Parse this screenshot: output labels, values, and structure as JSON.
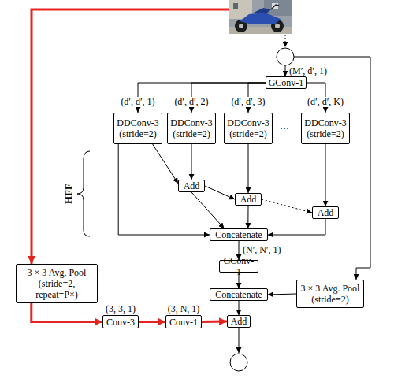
{
  "diagram": {
    "nodes": [
      {
        "text": [
          "GConv-1"
        ]
      },
      {
        "text": [
          "DDConv-3 (stride=2)"
        ]
      },
      {
        "text": [
          "DDConv-3 (stride=2)"
        ]
      },
      {
        "text": [
          "DDConv-3 (stride=2)"
        ]
      },
      {
        "text": [
          "DDConv-3 (stride=2)"
        ]
      },
      {
        "text": [
          "Add"
        ]
      },
      {
        "text": [
          "Add"
        ]
      },
      {
        "text": [
          "Add"
        ]
      },
      {
        "text": [
          "Concatenate"
        ]
      },
      {
        "text": [
          "GConv-1"
        ]
      },
      {
        "text": [
          "Concatenate"
        ]
      },
      {
        "text": [
          "3 × 3 Avg. Pool (stride=2)"
        ]
      },
      {
        "text": [
          "3 × 3 Avg. Pool (stride=2, repeat=P×)"
        ]
      },
      {
        "text": [
          "Conv-3"
        ]
      },
      {
        "text": [
          "Conv-1"
        ]
      },
      {
        "text": [
          "Add"
        ]
      }
    ],
    "edges": [
      {
        "from": 0,
        "to": 1,
        "arrow": "to",
        "label": "(d′, d′, 1)"
      },
      {
        "from": 0,
        "to": 2,
        "arrow": "to",
        "label": "(d′, d′, 2)"
      },
      {
        "from": 0,
        "to": 3,
        "arrow": "to",
        "label": "(d′, d′, 3)"
      },
      {
        "from": 0,
        "to": 4,
        "arrow": "to",
        "label": "(d′, d′, K)"
      },
      {
        "from": 1,
        "to": 5,
        "arrow": "to"
      },
      {
        "from": 2,
        "to": 5,
        "arrow": "to"
      },
      {
        "from": 5,
        "to": 6,
        "arrow": "to"
      },
      {
        "from": 3,
        "to": 6,
        "arrow": "to"
      },
      {
        "from": 6,
        "to": 7,
        "arrow": "to"
      },
      {
        "from": 4,
        "to": 7,
        "arrow": "to"
      },
      {
        "from": 1,
        "to": 8,
        "arrow": "to"
      },
      {
        "from": 5,
        "to": 8,
        "arrow": "to"
      },
      {
        "from": 6,
        "to": 8,
        "arrow": "to"
      },
      {
        "from": 7,
        "to": 8,
        "arrow": "to"
      },
      {
        "from": 8,
        "to": 9,
        "arrow": "to",
        "label": "(N′, N′, 1)"
      },
      {
        "from": 9,
        "to": 10,
        "arrow": "to"
      },
      {
        "from": 11,
        "to": 10,
        "arrow": "to"
      },
      {
        "from": 10,
        "to": 15,
        "arrow": "to"
      },
      {
        "from": 12,
        "to": 13,
        "arrow": "to"
      },
      {
        "from": 13,
        "to": 14,
        "arrow": "to"
      },
      {
        "from": 14,
        "to": 15,
        "arrow": "to"
      }
    ],
    "labels": [
      "(M′, d′, 1)",
      "HFF",
      "⋯",
      "(3, 3, 1)",
      "(3, N, 1)"
    ]
  }
}
